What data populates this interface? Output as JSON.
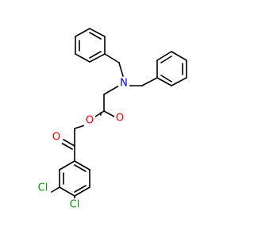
{
  "molecule": {
    "atoms": [
      {
        "id": "O_ester",
        "symbol": "O",
        "color": "#ff0000"
      },
      {
        "id": "O_carbonyl_ester",
        "symbol": "O",
        "color": "#ff0000"
      },
      {
        "id": "O_ketone",
        "symbol": "O",
        "color": "#ff0000"
      },
      {
        "id": "N_amine",
        "symbol": "N",
        "color": "#0000ff"
      },
      {
        "id": "Cl_3",
        "symbol": "Cl",
        "color": "#00a000"
      },
      {
        "id": "Cl_4",
        "symbol": "Cl",
        "color": "#00a000"
      }
    ],
    "bond_color": "#000000",
    "background": "#ffffff"
  }
}
